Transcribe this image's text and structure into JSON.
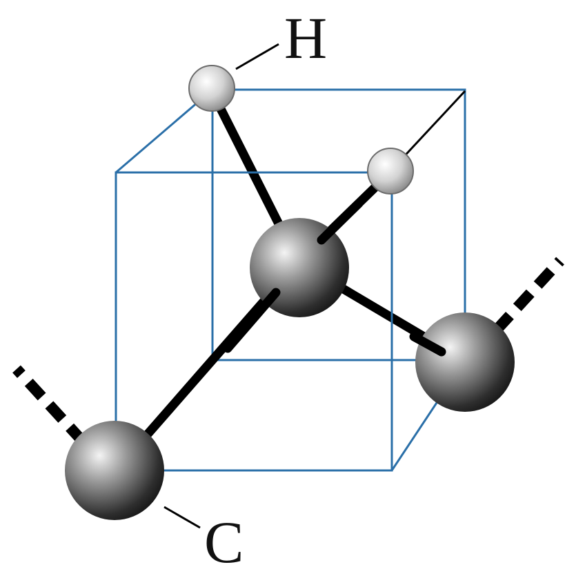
{
  "labels": {
    "hydrogen": "H",
    "carbon": "C"
  },
  "colors": {
    "cube_edges": "#2a6fa8",
    "bonds": "#000000",
    "carbon_atom": "#555555",
    "hydrogen_atom": "#bdbdbd",
    "background": "#ffffff"
  },
  "atoms": [
    {
      "element": "C",
      "role": "central carbon"
    },
    {
      "element": "C",
      "role": "bonded carbon (front-left)"
    },
    {
      "element": "C",
      "role": "bonded carbon (right)"
    },
    {
      "element": "H",
      "role": "hydrogen (top-left)"
    },
    {
      "element": "H",
      "role": "hydrogen (top-right)"
    }
  ]
}
